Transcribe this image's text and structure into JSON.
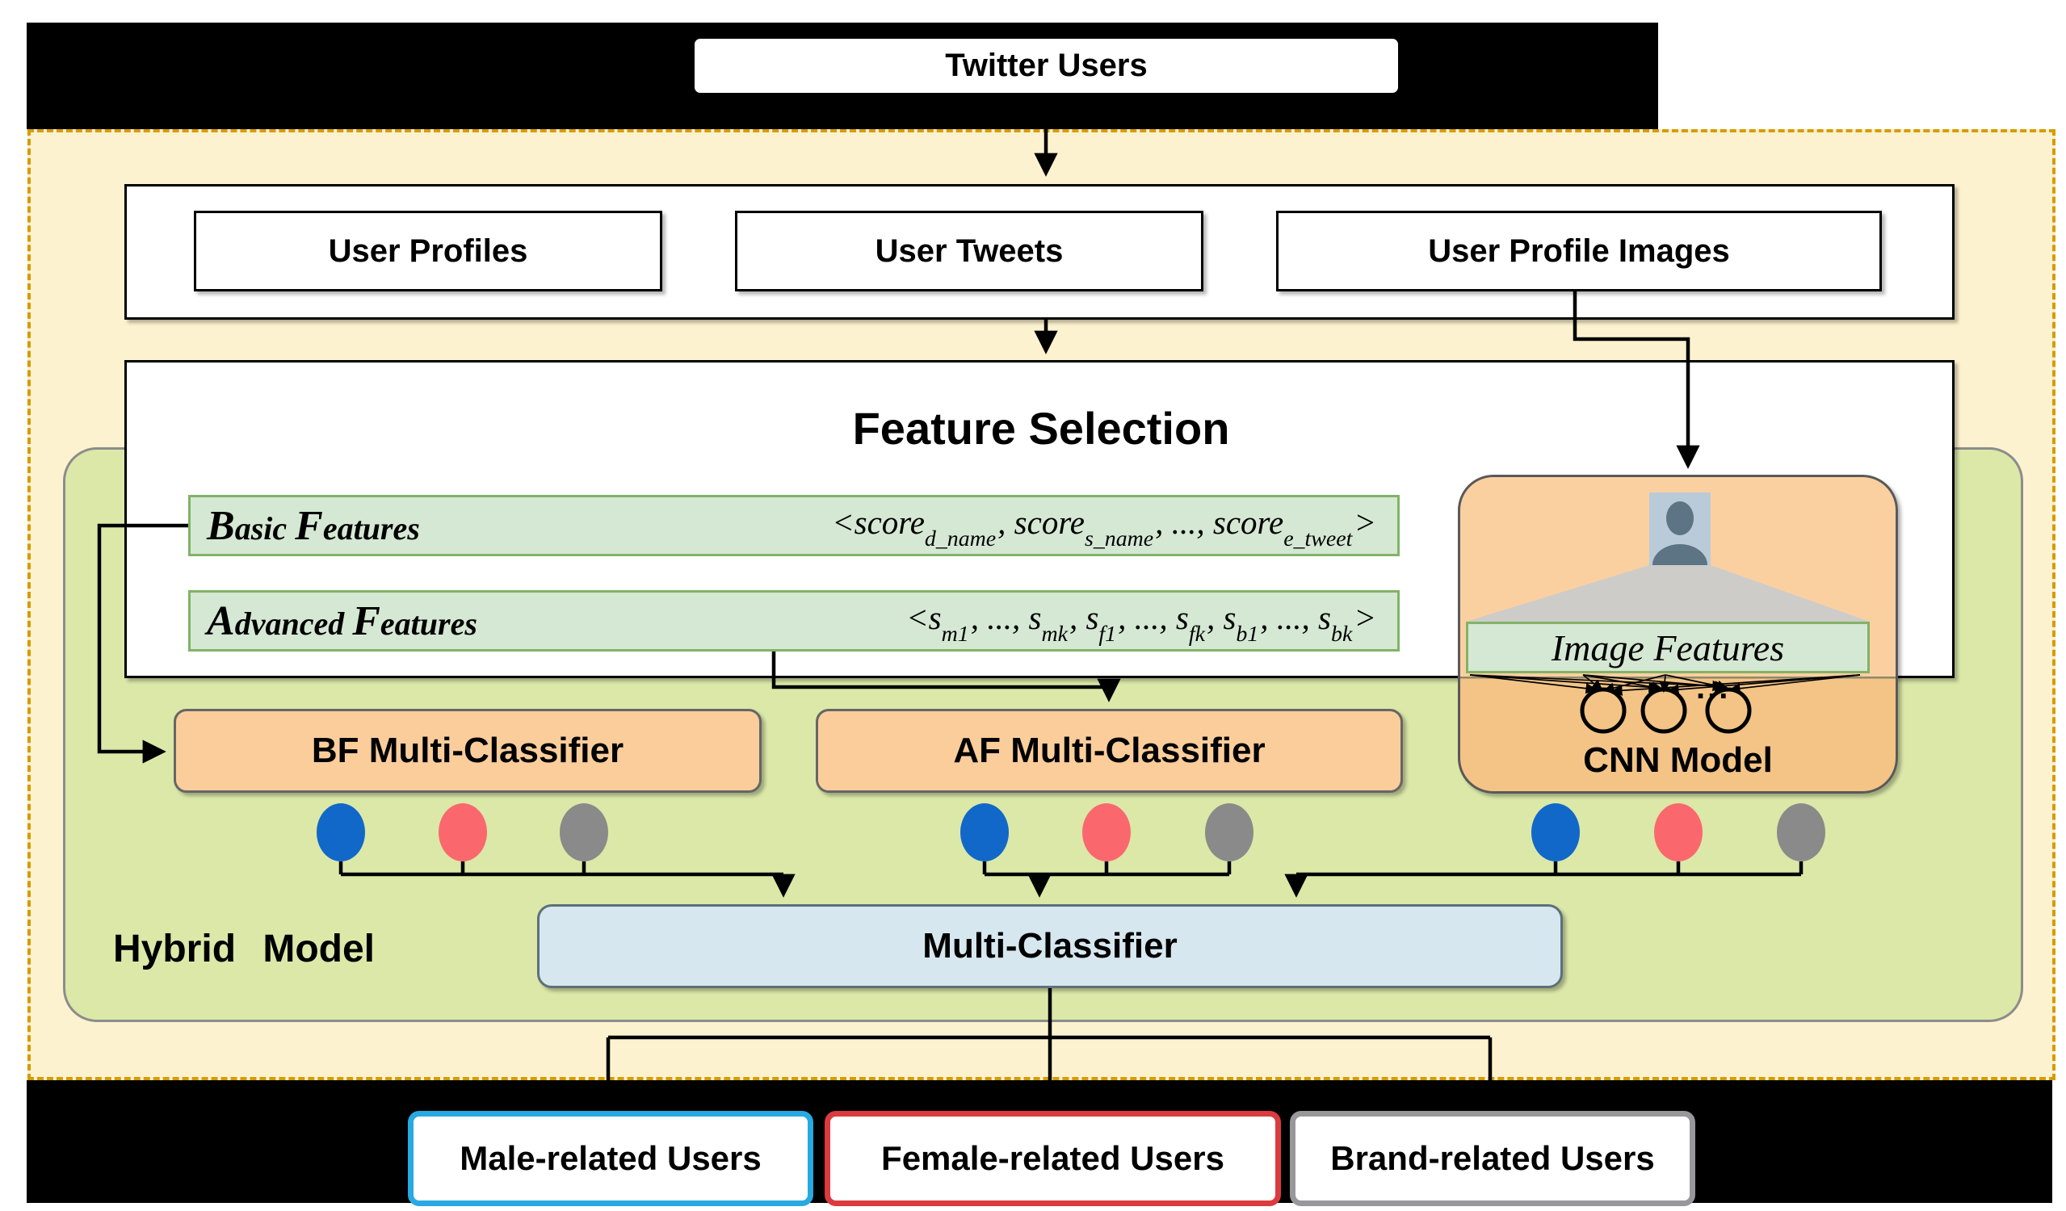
{
  "diagram": {
    "top_source": "Twitter Users",
    "inputs": [
      {
        "label": "User Profiles"
      },
      {
        "label": "User Tweets"
      },
      {
        "label": "User Profile Images"
      }
    ],
    "feature_selection": {
      "title": "Feature Selection",
      "basic": {
        "label": "Basic Features",
        "formula": [
          {
            "t": "<score",
            "sub": "d_name"
          },
          {
            "t": ", score",
            "sub": "s_name"
          },
          {
            "t": ", ..., score",
            "sub": "e_tweet"
          },
          {
            "t": ">"
          }
        ]
      },
      "advanced": {
        "label": "Advanced Features",
        "formula": [
          {
            "t": "<s",
            "sub": "m1"
          },
          {
            "t": ", ..., s",
            "sub": "mk"
          },
          {
            "t": ", s",
            "sub": "f1"
          },
          {
            "t": ", ..., s",
            "sub": "fk"
          },
          {
            "t": ", s",
            "sub": "b1"
          },
          {
            "t": ", ..., s",
            "sub": "bk"
          },
          {
            "t": ">"
          }
        ]
      }
    },
    "cnn": {
      "image_features_label": "Image Features",
      "ellipsis": "...",
      "label": "CNN Model"
    },
    "classifiers": {
      "bf": "BF Multi-Classifier",
      "af": "AF Multi-Classifier",
      "final": "Multi-Classifier"
    },
    "hybrid_model_label": "Hybrid Model",
    "outputs": [
      {
        "label": "Male-related Users",
        "border": "#29A9E1"
      },
      {
        "label": "Female-related Users",
        "border": "#DB3B3F"
      },
      {
        "label": "Brand-related Users",
        "border": "#98989A"
      }
    ],
    "palette": {
      "class_blue": "#1168C8",
      "class_red": "#FA686E",
      "class_gray": "#8A8A8A",
      "container_yellow": "#FDF2CF",
      "container_yellow_border": "#D79B00",
      "container_green": "#DBE8A8",
      "box_orange": "#FACD9B",
      "box_blue": "#D6E7EF",
      "feature_green": "#D5E8D4",
      "feature_green_border": "#82B366"
    }
  }
}
